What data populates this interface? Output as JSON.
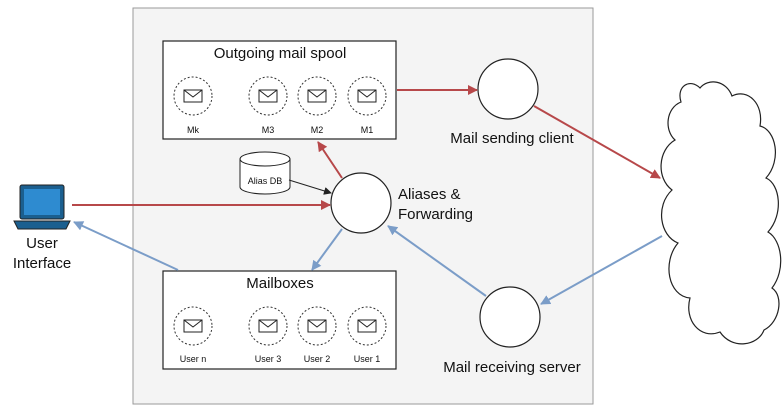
{
  "outgoing_spool": {
    "title": "Outgoing mail spool",
    "messages": [
      {
        "label": "Mk",
        "icon": "envelope-icon"
      },
      {
        "label": "M3",
        "icon": "envelope-icon"
      },
      {
        "label": "M2",
        "icon": "envelope-icon"
      },
      {
        "label": "M1",
        "icon": "envelope-icon"
      }
    ]
  },
  "mailboxes": {
    "title": "Mailboxes",
    "users": [
      {
        "label": "User n",
        "icon": "envelope-icon"
      },
      {
        "label": "User 3",
        "icon": "envelope-icon"
      },
      {
        "label": "User 2",
        "icon": "envelope-icon"
      },
      {
        "label": "User 1",
        "icon": "envelope-icon"
      }
    ]
  },
  "alias_db": {
    "label": "Alias DB",
    "icon": "database-icon"
  },
  "aliases_node": {
    "line1": "Aliases &",
    "line2": "Forwarding"
  },
  "sending_client": {
    "label": "Mail sending client"
  },
  "receiving_server": {
    "label": "Mail receiving server"
  },
  "user_interface": {
    "line1": "User",
    "line2": "Interface",
    "icon": "computer-icon"
  },
  "network": {
    "icon": "cloud-icon"
  },
  "colors": {
    "outbound": "#b7484a",
    "inbound": "#7b9dc8",
    "frame": "#f4f4f4"
  }
}
